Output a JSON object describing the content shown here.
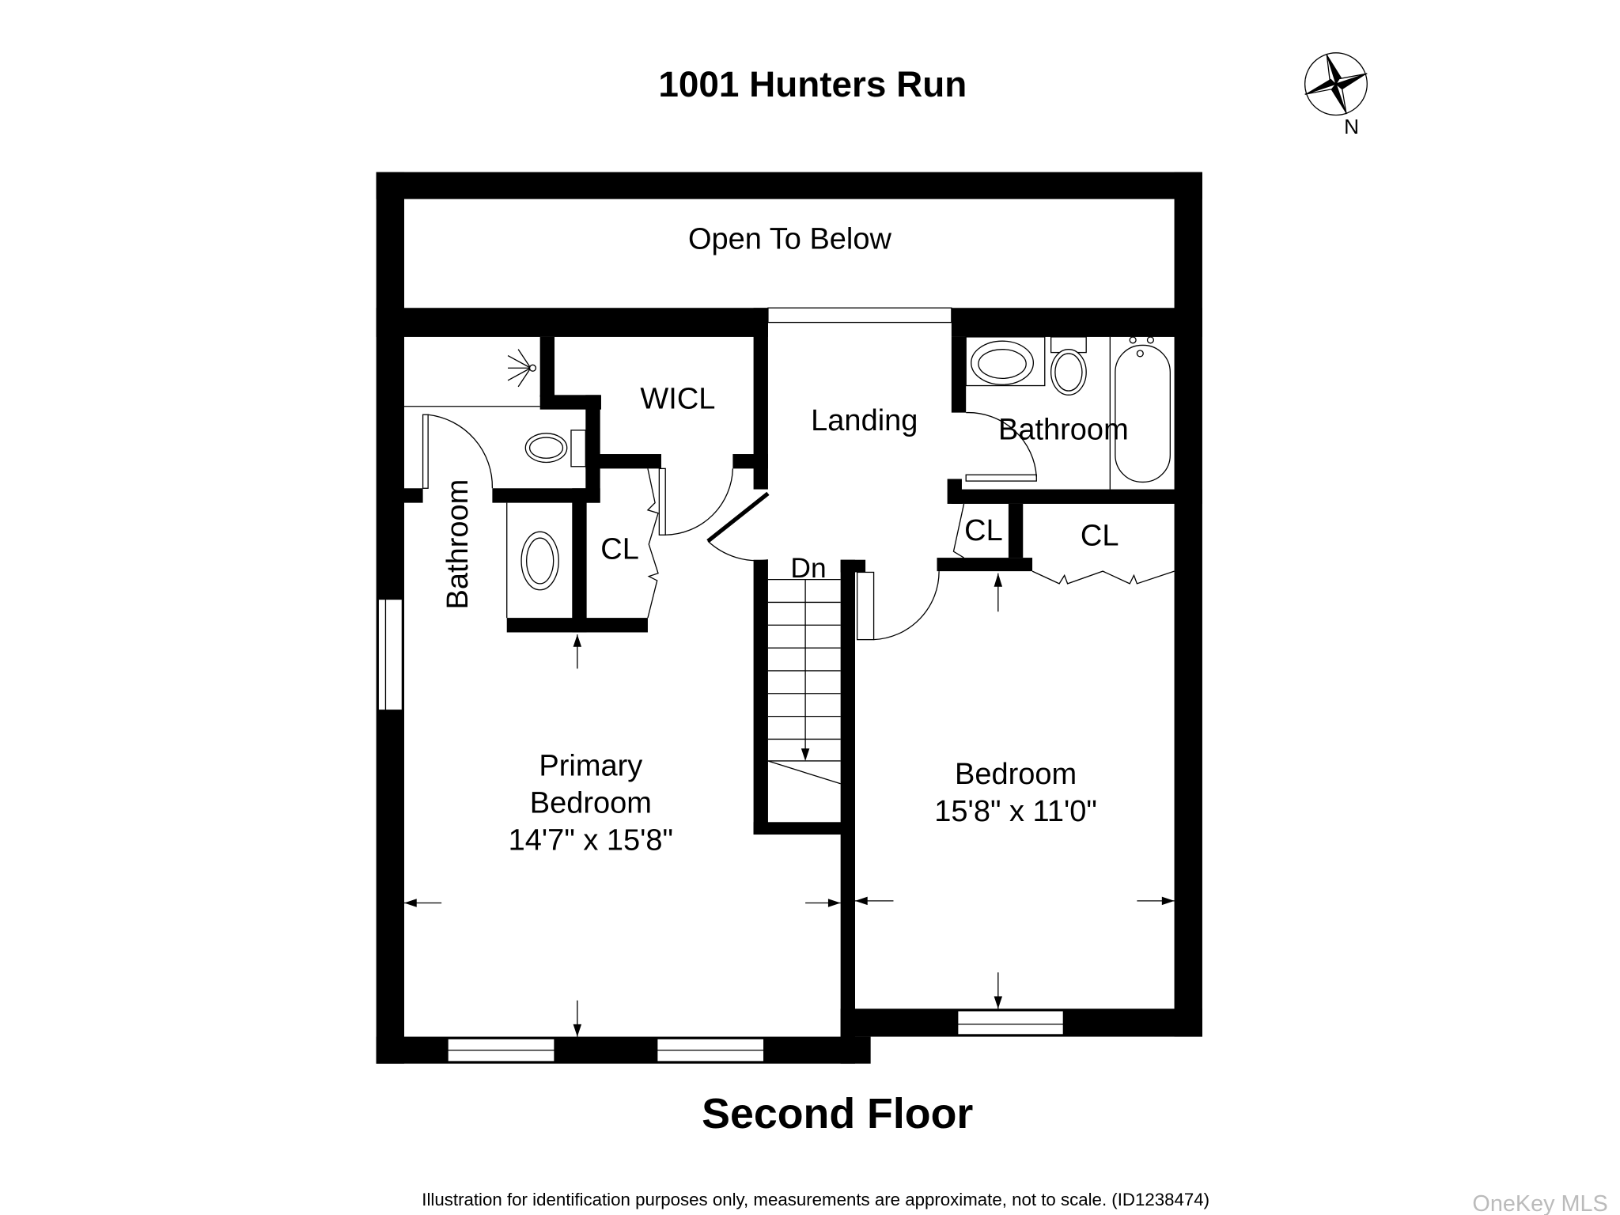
{
  "title": "1001 Hunters Run",
  "compass": {
    "icon": "compass-rose-icon",
    "label": "N"
  },
  "rooms": {
    "open_to_below": "Open To Below",
    "wicl": "WICL",
    "landing": "Landing",
    "bathroom_right": "Bathroom",
    "bathroom_left": "Bathroom",
    "closet_left": "CL",
    "closet_small": "CL",
    "closet_large": "CL",
    "stairs": "Dn",
    "primary_bedroom": {
      "line1": "Primary",
      "line2": "Bedroom",
      "dims": "14'7\" x 15'8\""
    },
    "bedroom": {
      "line1": "Bedroom",
      "dims": "15'8\" x 11'0\""
    }
  },
  "floor_label": "Second Floor",
  "footer": "Illustration for identification purposes only, measurements are approximate, not to scale. (ID1238474)",
  "watermark": "OneKey MLS"
}
